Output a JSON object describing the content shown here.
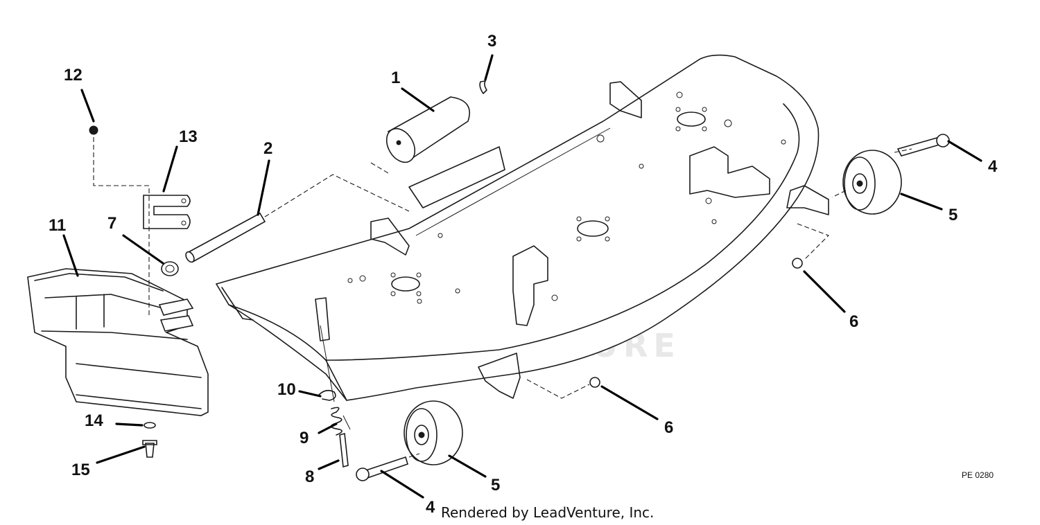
{
  "diagram": {
    "callouts": [
      "1",
      "2",
      "3",
      "4",
      "4",
      "5",
      "5",
      "6",
      "6",
      "7",
      "8",
      "9",
      "10",
      "11",
      "12",
      "13",
      "14",
      "15"
    ],
    "drawing_code": "PE 0280",
    "watermark": "LEADVENTURE",
    "credit": "Rendered by LeadVenture, Inc."
  }
}
